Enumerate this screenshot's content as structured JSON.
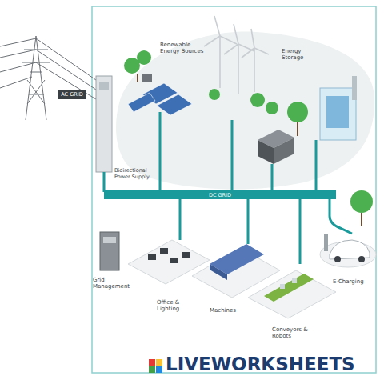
{
  "diagram": {
    "nodes": [
      {
        "text": [
          "AC GRID"
        ]
      },
      {
        "text": [
          "DC GRID"
        ]
      }
    ],
    "labels": [
      "Renewable Energy Sources",
      "Energy Storage",
      "Bidirectional Power Supply",
      "Grid Management",
      "Office & Lighting",
      "Machines",
      "Conveyors & Robots",
      "E-Charging",
      "LIVEWORKSHEETS"
    ]
  }
}
